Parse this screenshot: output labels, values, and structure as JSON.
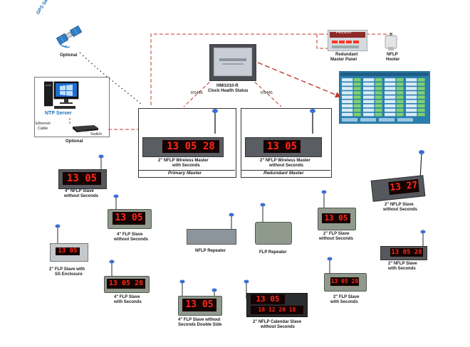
{
  "colors": {
    "accent_blue": "#1f6fb5",
    "link_red": "#c0392b",
    "led_red": "#ff2a1a",
    "frame_dark": "#3a3a3a",
    "hmi_panel": "#2b7fae"
  },
  "gps": {
    "title": "GPS Satellite",
    "note": "Optional"
  },
  "ntp": {
    "server_label": "NTP Server",
    "ethernet_label_1": "Ethernet",
    "ethernet_label_2": "Cable",
    "switch_label": "Switch",
    "note": "Optional"
  },
  "hmi": {
    "name": "HMI1010-R",
    "subtitle": "Clock Health Status",
    "link_left": "RS485",
    "link_right": "RS485"
  },
  "redundant_panel": {
    "line1": "Redundant",
    "line2": "Master Panel",
    "brand": "PEXSON"
  },
  "hooter": {
    "line1": "NFLP",
    "line2": "Hooter"
  },
  "primary_master": {
    "device_line1": "2\" NFLP Wireless Master",
    "device_line2": "with Seconds",
    "caption": "Primary Master",
    "display": "13 05 28"
  },
  "redundant_master": {
    "device_line1": "2\" NFLP Wireless Master",
    "device_line2": "without Seconds",
    "caption": "Redundant Master",
    "display": "13 05"
  },
  "slaves": [
    {
      "id": "nflp4-noseconds",
      "line1": "4\" NFLP Slave",
      "line2": "without Seconds",
      "display": "13 05"
    },
    {
      "id": "flp4-noseconds",
      "line1": "4\" FLP Slave",
      "line2": "without Seconds",
      "display": "13 05"
    },
    {
      "id": "flp2-ss",
      "line1": "2\" FLP Slave with",
      "line2": "SS Enclosure",
      "display": "13 05"
    },
    {
      "id": "flp4-seconds",
      "line1": "4\" FLP Slave",
      "line2": "with Seconds",
      "display": "13 05 28"
    },
    {
      "id": "flp4-double",
      "line1": "4\" FLP Slave without",
      "line2": "Seconds Double Side",
      "display": "13 05"
    },
    {
      "id": "nflp2-calendar",
      "line1": "2\" NFLP Calendar Slave",
      "line2": "without Seconds",
      "display": "13 05",
      "display2": "18 12 20 18"
    },
    {
      "id": "flp2-small",
      "line1": "2\" FLP Slave",
      "line2": "with Seconds",
      "display": "13 05 28"
    },
    {
      "id": "flp2-noseconds",
      "line1": "2\" FLP Slave",
      "line2": "without Seconds",
      "display": "13 05"
    },
    {
      "id": "nflp2-seconds",
      "line1": "2\" NFLP Slave",
      "line2": "with Seconds",
      "display": "13 05 28"
    },
    {
      "id": "nflp2-noseconds",
      "line1": "2\" NFLP Slave",
      "line2": "without Seconds",
      "display": "13 27"
    }
  ],
  "repeaters": {
    "nflp": "NFLP Repeater",
    "flp": "FLP Repeater"
  }
}
